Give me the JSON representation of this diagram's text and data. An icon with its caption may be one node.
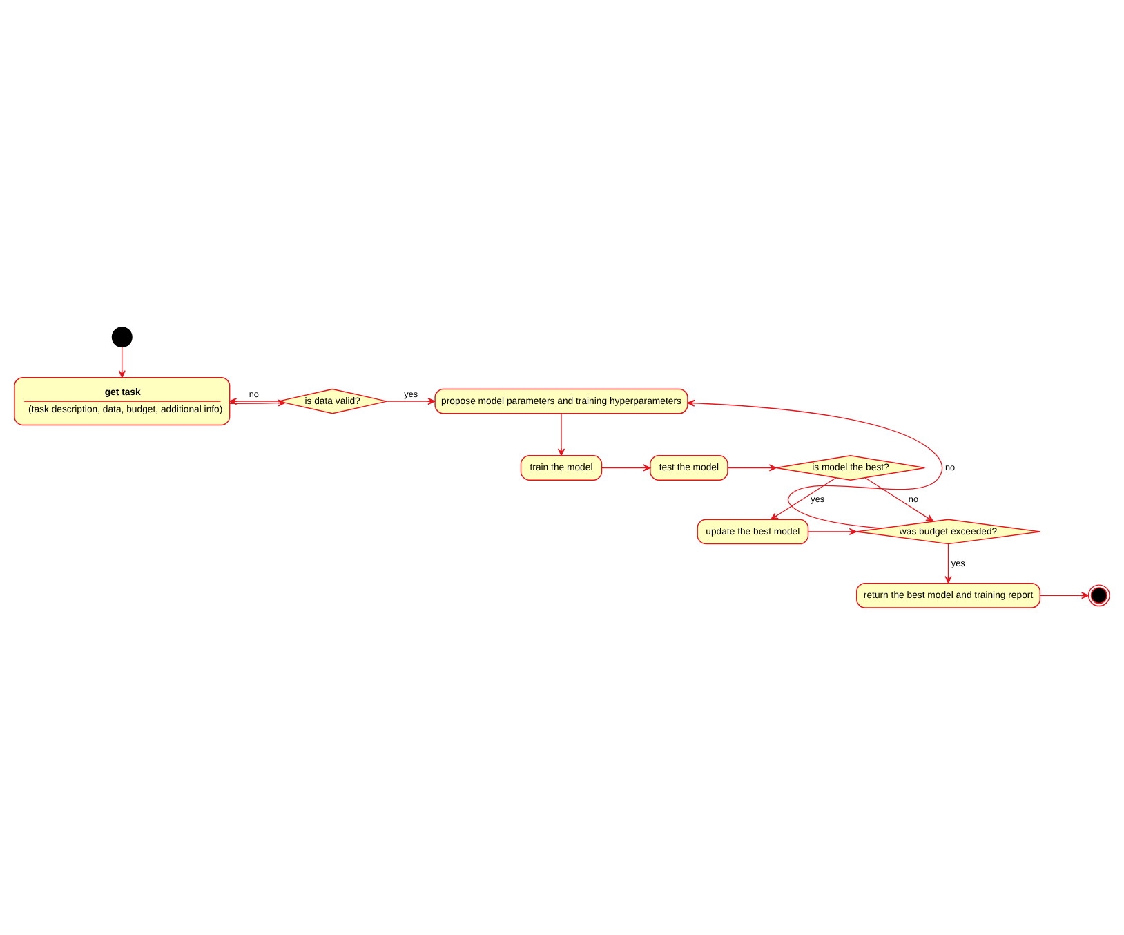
{
  "diagram": {
    "nodes": [
      {
        "text": [],
        "shape": "circle"
      },
      {
        "text": [
          "get task",
          "(task description, data, budget, additional info)"
        ]
      },
      {
        "text": [
          "is data valid?"
        ]
      },
      {
        "text": [
          "propose model parameters and training hyperparameters"
        ]
      },
      {
        "text": [
          "train the model"
        ]
      },
      {
        "text": [
          "test the model"
        ]
      },
      {
        "text": [
          "is model the best?"
        ]
      },
      {
        "text": [
          "update the best model"
        ]
      },
      {
        "text": [
          "was budget exceeded?"
        ]
      },
      {
        "text": [
          "return the best model and training report"
        ]
      },
      {
        "text": [],
        "shape": "circle"
      }
    ],
    "edges": [
      {
        "from": 0,
        "to": 1,
        "arrow": "to"
      },
      {
        "from": 1,
        "to": 2,
        "arrow": "to"
      },
      {
        "from": 2,
        "to": 3,
        "arrow": "to",
        "label": "yes"
      },
      {
        "from": 2,
        "to": 1,
        "arrow": "to",
        "label": "no"
      },
      {
        "from": 3,
        "to": 4,
        "arrow": "to"
      },
      {
        "from": 4,
        "to": 5,
        "arrow": "to"
      },
      {
        "from": 5,
        "to": 6,
        "arrow": "to"
      },
      {
        "from": 6,
        "to": 7,
        "arrow": "to",
        "label": "yes"
      },
      {
        "from": 6,
        "to": 8,
        "arrow": "to",
        "label": "no"
      },
      {
        "from": 7,
        "to": 8,
        "arrow": "to"
      },
      {
        "from": 8,
        "to": 3,
        "arrow": "to",
        "label": "no"
      },
      {
        "from": 8,
        "to": 9,
        "arrow": "to",
        "label": "yes"
      },
      {
        "from": 9,
        "to": 10,
        "arrow": "to"
      }
    ]
  }
}
